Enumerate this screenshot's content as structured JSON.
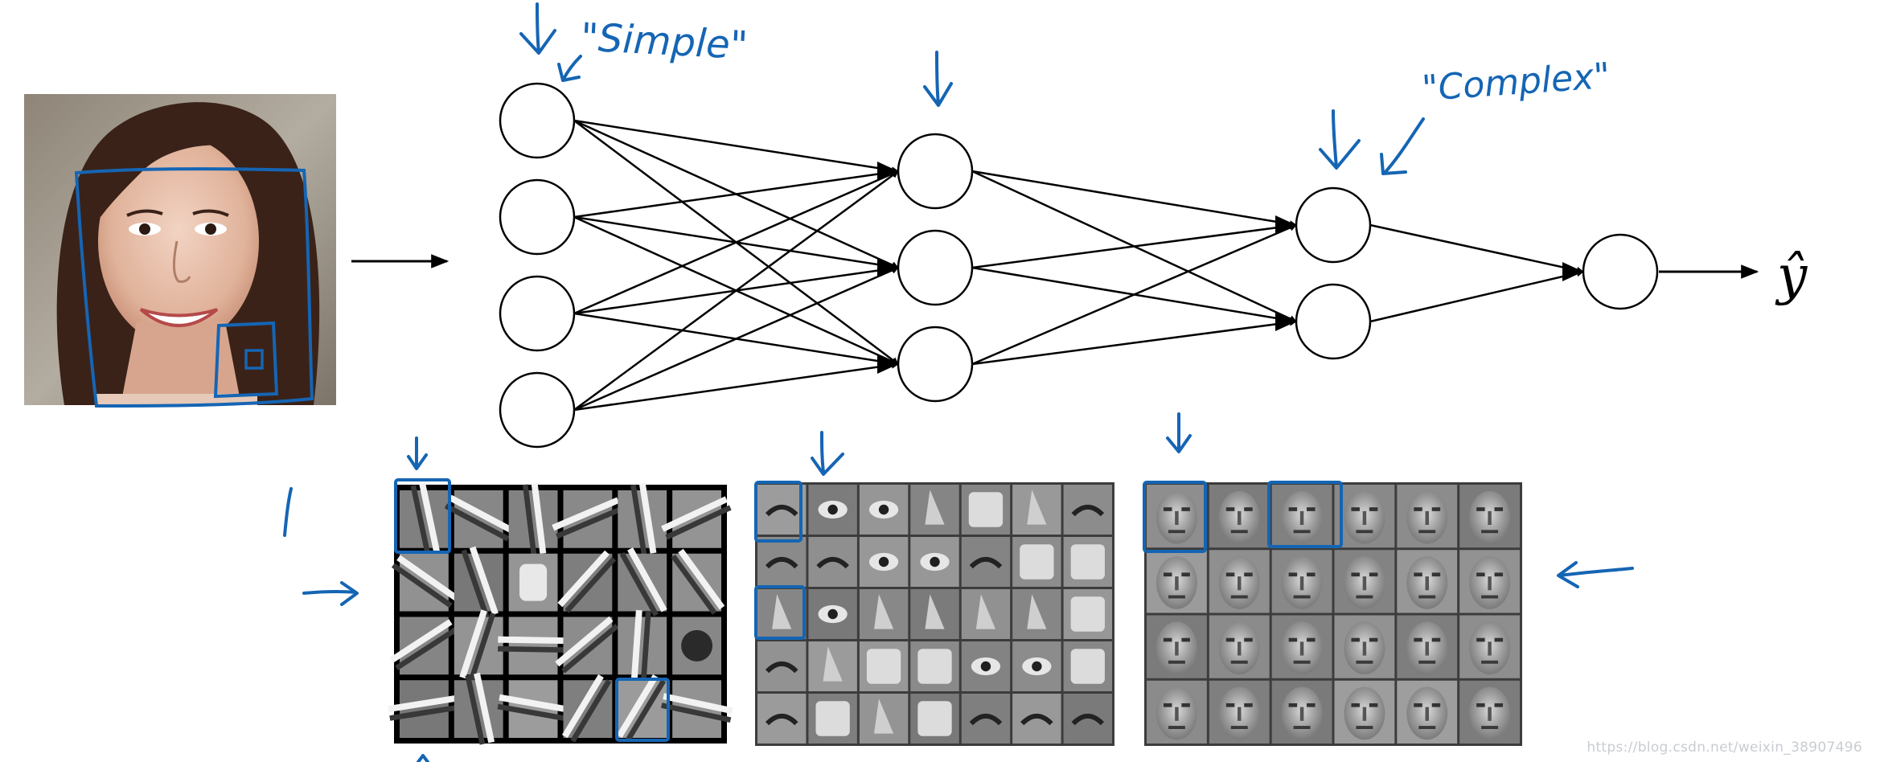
{
  "annotations": {
    "simple_label": "\"Simple\"",
    "complex_label": "\"Complex\"",
    "output_label": "ŷ"
  },
  "network": {
    "layers": [
      4,
      3,
      2,
      1
    ]
  },
  "panels": [
    {
      "name": "edge-filters",
      "rows": 4,
      "cols": 6,
      "description_hidden": true
    },
    {
      "name": "face-part-features",
      "rows": 5,
      "cols": 7
    },
    {
      "name": "whole-face-features",
      "rows": 4,
      "cols": 6
    }
  ],
  "colors": {
    "ink": "#1565b4",
    "line": "#000000"
  },
  "watermark": "https://blog.csdn.net/weixin_38907496"
}
